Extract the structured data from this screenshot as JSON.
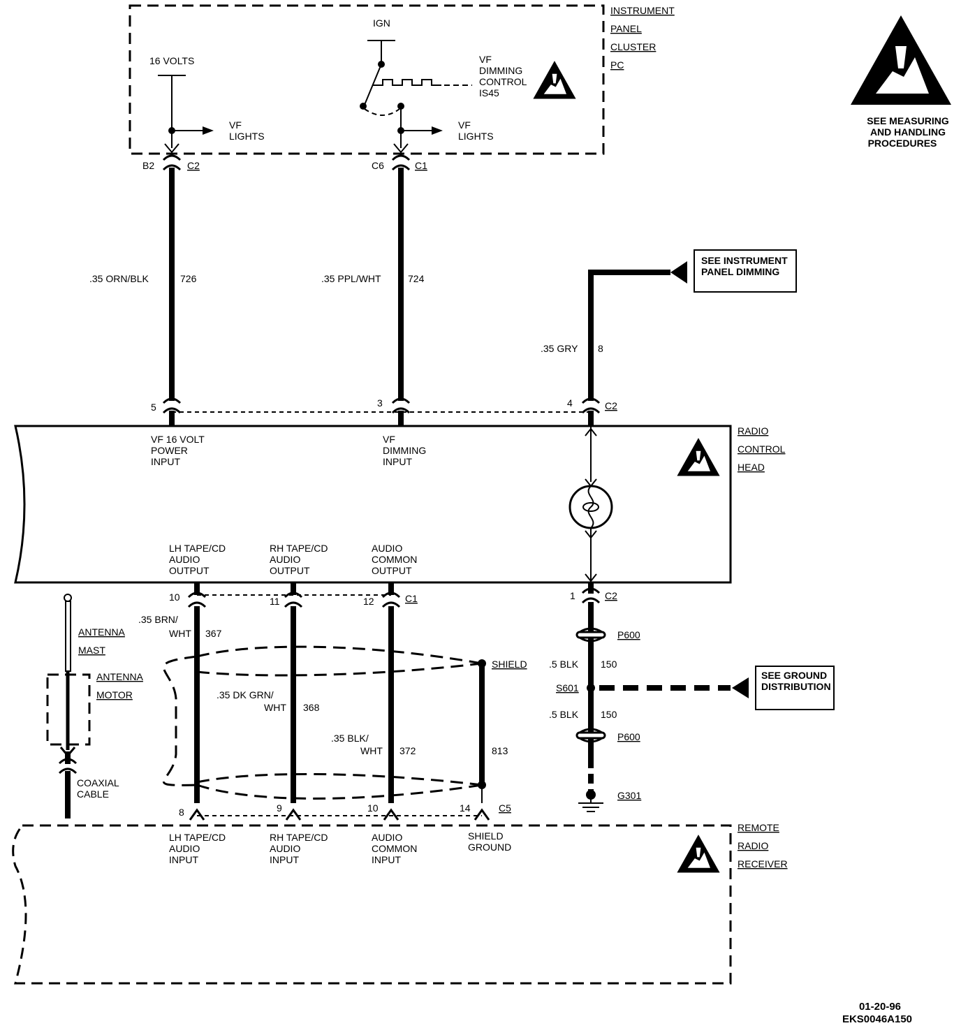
{
  "warning": {
    "lines": [
      "SEE MEASURING",
      "AND HANDLING",
      "PROCEDURES"
    ],
    "icon": "esd-warning-icon"
  },
  "instrument_cluster": {
    "name_lines": [
      "INSTRUMENT",
      "PANEL",
      "CLUSTER",
      "PC"
    ],
    "volts_label": "16 VOLTS",
    "ign_label": "IGN",
    "vf_lights_left": [
      "VF",
      "LIGHTS"
    ],
    "vf_lights_right": [
      "VF",
      "LIGHTS"
    ],
    "dimming_control": [
      "VF",
      "DIMMING",
      "CONTROL",
      "IS45"
    ]
  },
  "connectors": {
    "b2": "B2",
    "c2_top": "C2",
    "c6": "C6",
    "c1_top": "C1",
    "pin5": "5",
    "pin3": "3",
    "pin4": "4",
    "c2_mid": "C2",
    "pin10_top": "10",
    "pin11": "11",
    "pin12": "12",
    "c1_mid": "C1",
    "pin1": "1",
    "c2_lower": "C2",
    "pin8": "8",
    "pin9": "9",
    "pin10_bot": "10",
    "pin14": "14",
    "c5": "C5"
  },
  "wires": {
    "w726": {
      "gauge": ".35 ORN/BLK",
      "circuit": "726"
    },
    "w724": {
      "gauge": ".35 PPL/WHT",
      "circuit": "724"
    },
    "w8": {
      "gauge": ".35 GRY",
      "circuit": "8"
    },
    "w367": {
      "gauge_lines": [
        ".35 BRN/",
        "WHT"
      ],
      "circuit": "367"
    },
    "w368": {
      "gauge_lines": [
        ".35 DK GRN/",
        "WHT"
      ],
      "circuit": "368"
    },
    "w372": {
      "gauge_lines": [
        ".35 BLK/",
        "WHT"
      ],
      "circuit": "372"
    },
    "w813": {
      "circuit": "813"
    },
    "w150a": {
      "gauge": ".5 BLK",
      "circuit": "150"
    },
    "w150b": {
      "gauge": ".5 BLK",
      "circuit": "150"
    }
  },
  "refs": {
    "ip_dimming": [
      "SEE INSTRUMENT",
      "PANEL DIMMING"
    ],
    "ground_dist": [
      "SEE GROUND",
      "DISTRIBUTION"
    ]
  },
  "radio_control_head": {
    "name_lines": [
      "RADIO",
      "CONTROL",
      "HEAD"
    ],
    "vf16_input": [
      "VF 16 VOLT",
      "POWER",
      "INPUT"
    ],
    "vf_dimming_input": [
      "VF",
      "DIMMING",
      "INPUT"
    ],
    "lh_output": [
      "LH TAPE/CD",
      "AUDIO",
      "OUTPUT"
    ],
    "rh_output": [
      "RH TAPE/CD",
      "AUDIO",
      "OUTPUT"
    ],
    "common_output": [
      "AUDIO",
      "COMMON",
      "OUTPUT"
    ]
  },
  "ground_path": {
    "p600_top": "P600",
    "s601": "S601",
    "p600_bot": "P600",
    "g301": "G301"
  },
  "antenna": {
    "mast": [
      "ANTENNA",
      "MAST"
    ],
    "motor": [
      "ANTENNA",
      "MOTOR"
    ],
    "coax": [
      "COAXIAL",
      "CABLE"
    ]
  },
  "shield": {
    "label": "SHIELD"
  },
  "remote_receiver": {
    "name_lines": [
      "REMOTE",
      "RADIO",
      "RECEIVER"
    ],
    "lh_input": [
      "LH TAPE/CD",
      "AUDIO",
      "INPUT"
    ],
    "rh_input": [
      "RH TAPE/CD",
      "AUDIO",
      "INPUT"
    ],
    "common_input": [
      "AUDIO",
      "COMMON",
      "INPUT"
    ],
    "shield_ground": [
      "SHIELD",
      "GROUND"
    ]
  },
  "footer": {
    "date": "01-20-96",
    "code": "EKS0046A150"
  }
}
